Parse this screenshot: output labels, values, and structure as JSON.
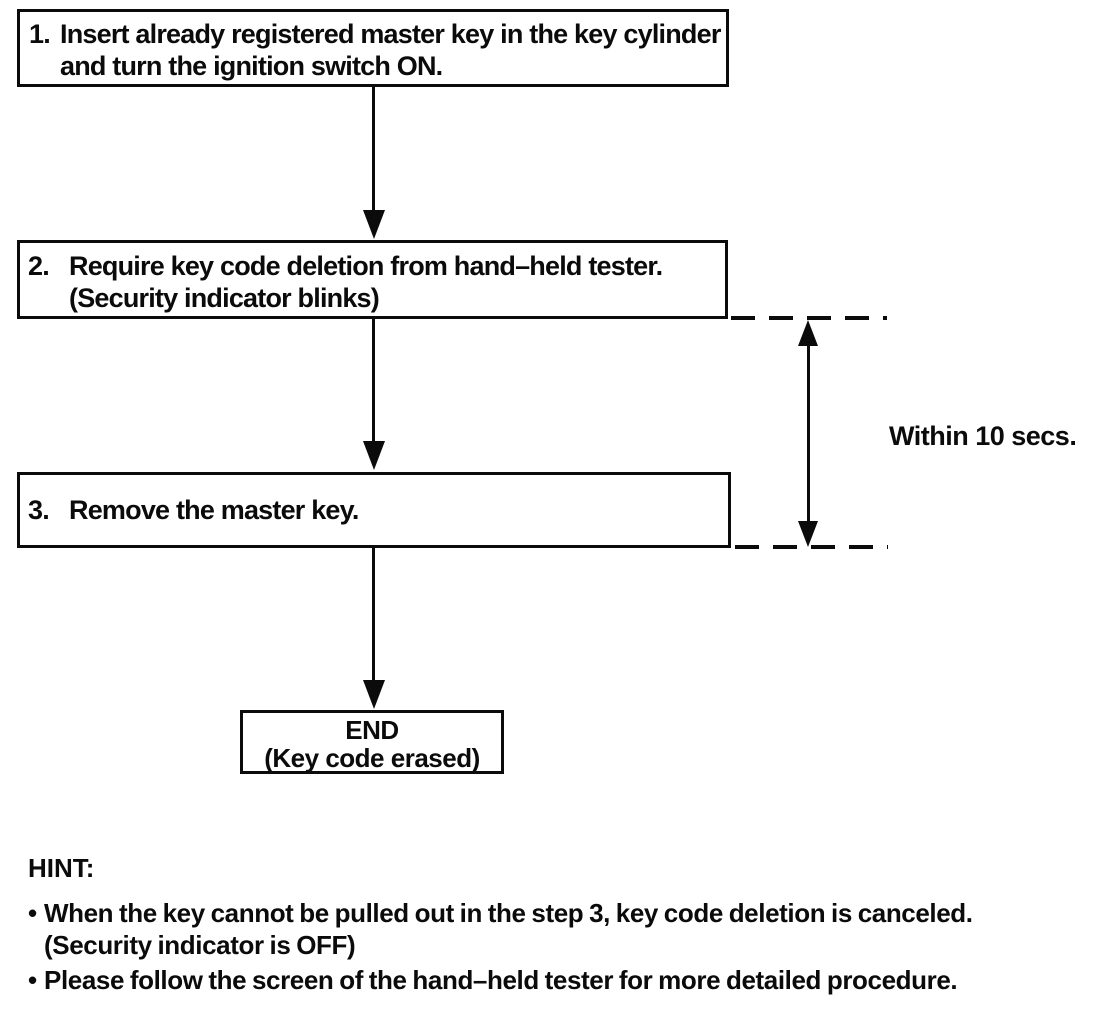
{
  "colors": {
    "background": "#ffffff",
    "ink": "#0b0b0b"
  },
  "flowchart": {
    "steps": [
      {
        "number": "1.",
        "lines": [
          "Insert already registered master key in the key cylinder",
          "and turn the ignition switch ON."
        ]
      },
      {
        "number": "2.",
        "lines": [
          "Require key code deletion from hand–held tester.",
          "(Security indicator blinks)"
        ]
      },
      {
        "number": "3.",
        "lines": [
          "Remove the master key."
        ]
      }
    ],
    "end_box": {
      "lines": [
        "END",
        "(Key code erased)"
      ]
    },
    "timing_label": "Within 10 secs."
  },
  "hint": {
    "title": "HINT:",
    "bullet_glyph": "•",
    "bullets": [
      {
        "lines": [
          "When the key cannot be pulled out in the step 3, key code deletion is canceled.",
          "(Security indicator is OFF)"
        ]
      },
      {
        "lines": [
          "Please follow the screen of the hand–held tester for more detailed procedure."
        ]
      }
    ]
  }
}
